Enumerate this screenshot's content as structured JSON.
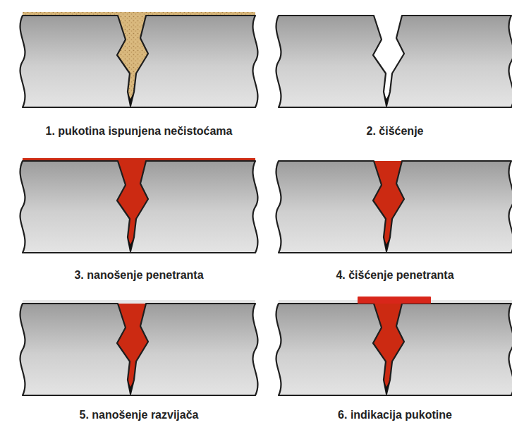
{
  "diagram": {
    "labels": [
      "1. pukotina ispunjena nečistoćama",
      "2. čišćenje",
      "3. nanošenje penetranta",
      "4. čišćenje penetranta",
      "5. nanošenje razvijača",
      "6. indikacija pukotine"
    ]
  }
}
